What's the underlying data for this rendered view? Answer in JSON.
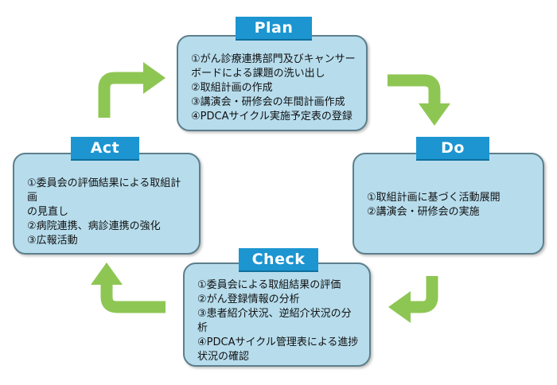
{
  "colors": {
    "box_fill": "#b7dded",
    "box_border": "#5d7f8c",
    "label_fill": "#1c95d1",
    "label_text": "#ffffff",
    "arrow": "#8ec654"
  },
  "plan": {
    "label": "Plan",
    "items": [
      "①がん診療連携部門及びキャンサー",
      "ボードによる課題の洗い出し",
      "②取組計画の作成",
      "③講演会・研修会の年間計画作成",
      "④PDCAサイクル実施予定表の登録"
    ]
  },
  "do": {
    "label": "Do",
    "items": [
      "①取組計画に基づく活動展開",
      "②講演会・研修会の実施"
    ]
  },
  "check": {
    "label": "Check",
    "items": [
      "①委員会による取組結果の評価",
      "②がん登録情報の分析",
      "③患者紹介状況、逆紹介状況の分析",
      "④PDCAサイクル管理表による進捗",
      "状況の確認"
    ]
  },
  "act": {
    "label": "Act",
    "items": [
      "①委員会の評価結果による取組計画",
      "の見直し",
      "②病院連携、病診連携の強化",
      "③広報活動"
    ]
  }
}
